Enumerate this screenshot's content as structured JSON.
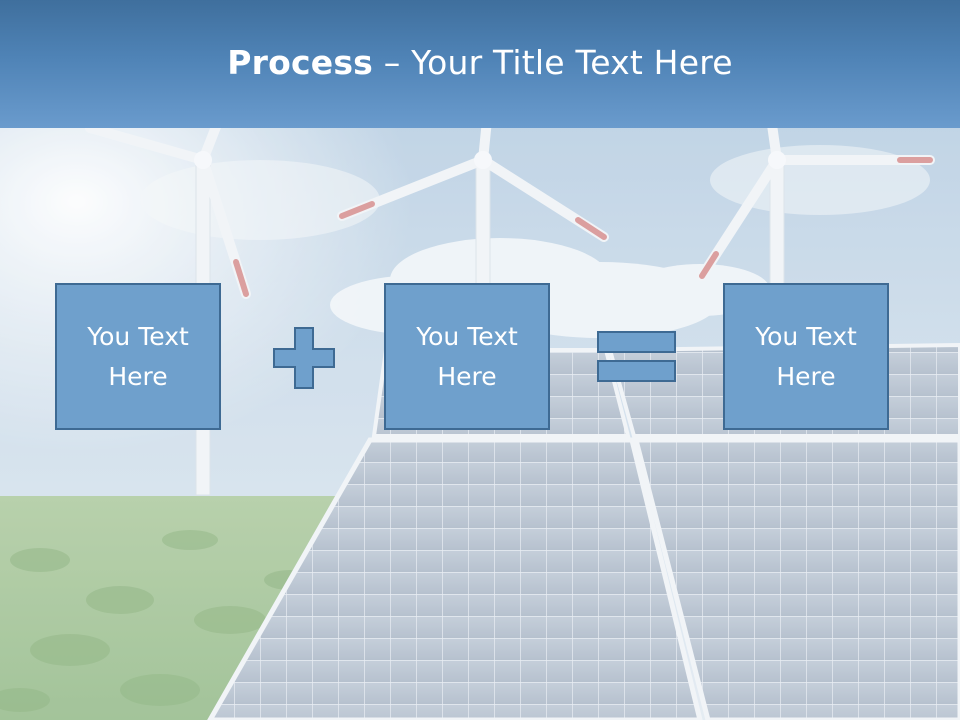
{
  "slide": {
    "title_bold": "Process",
    "title_rest": " – Your Title Text Here",
    "operators": [
      "plus",
      "equals"
    ],
    "boxes": [
      {
        "line1": "You Text",
        "line2": "Here"
      },
      {
        "line1": "You Text",
        "line2": "Here"
      },
      {
        "line1": "You Text",
        "line2": "Here"
      }
    ]
  },
  "colors": {
    "title_bar": "#4f83b6",
    "box_fill": "#6fa0cc",
    "box_border": "#3e6a93"
  }
}
